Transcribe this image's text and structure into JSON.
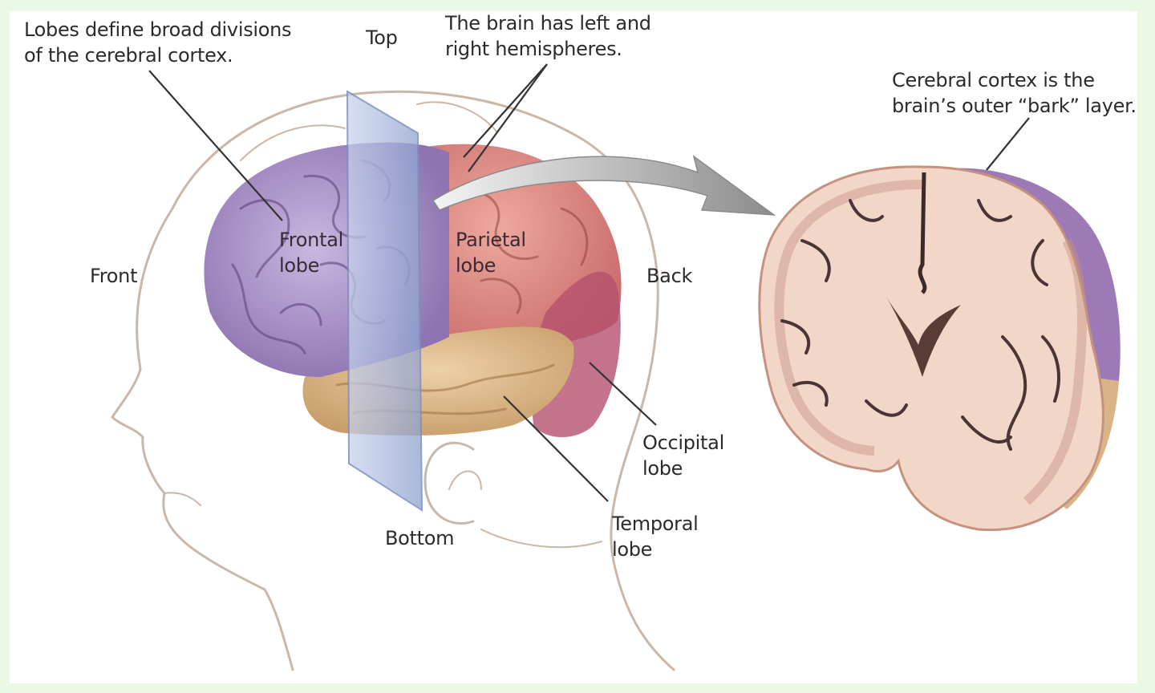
{
  "annotations": {
    "lobes_note": [
      "Lobes define broad divisions",
      "of the cerebral cortex."
    ],
    "hemispheres_note": [
      "The brain has left and",
      "right hemispheres."
    ],
    "cortex_note": [
      "Cerebral cortex is the",
      "brain’s outer “bark” layer."
    ]
  },
  "directions": {
    "top": "Top",
    "bottom": "Bottom",
    "front": "Front",
    "back": "Back"
  },
  "lobes": {
    "frontal": [
      "Frontal",
      "lobe"
    ],
    "parietal": [
      "Parietal",
      "lobe"
    ],
    "occipital": [
      "Occipital",
      "lobe"
    ],
    "temporal": [
      "Temporal",
      "lobe"
    ]
  },
  "colors": {
    "frontal": "#a58fc4",
    "parietal": "#d7766f",
    "occipital": "#b4516f",
    "temporal": "#d9b486",
    "cortex_section": "#f2d6c8",
    "plane": "#aebcdc",
    "page_border": "#eaf8e4"
  }
}
